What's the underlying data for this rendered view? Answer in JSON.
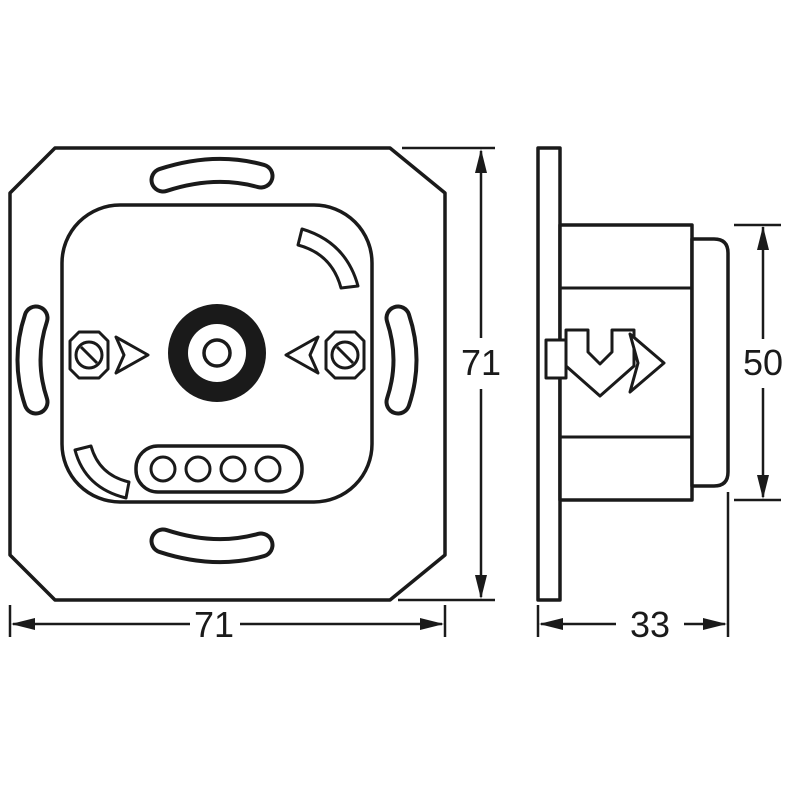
{
  "drawing": {
    "background": "#ffffff",
    "line_color": "#1a1a1a",
    "front_view": {
      "width_label": "71",
      "height_label": "71"
    },
    "side_view": {
      "height_label": "50",
      "depth_label": "33"
    }
  }
}
